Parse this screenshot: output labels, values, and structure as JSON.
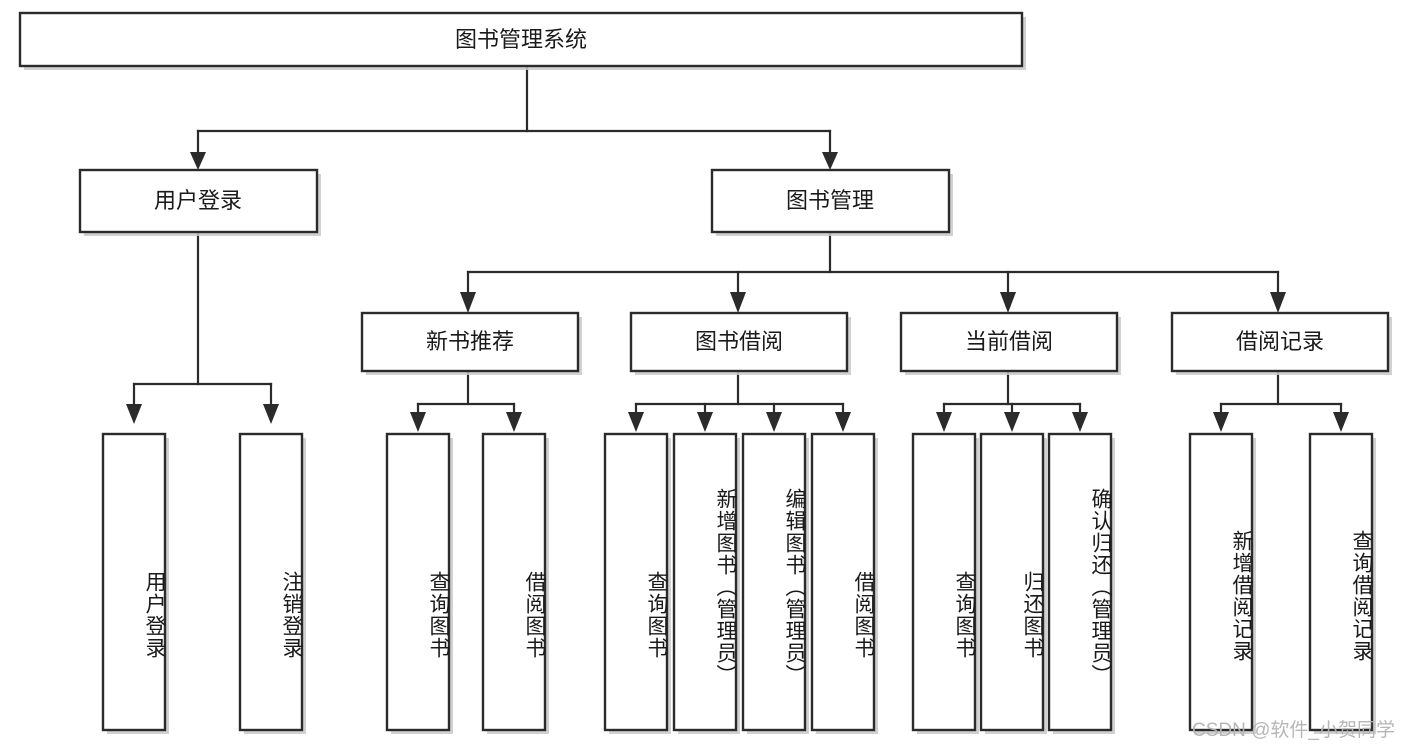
{
  "diagram": {
    "type": "tree-hierarchy",
    "title": "图书管理系统",
    "watermark": "CSDN @软件_小贺同学",
    "colors": {
      "background": "#ffffff",
      "box_stroke": "#2b2b2b",
      "box_fill": "#ffffff",
      "connector": "#2b2b2b",
      "text": "#1a1a1a",
      "watermark": "#b3b3b3"
    },
    "levels": {
      "root": {
        "label": "图书管理系统"
      },
      "level2": [
        {
          "label": "用户登录"
        },
        {
          "label": "图书管理"
        }
      ],
      "level3": [
        {
          "label": "新书推荐"
        },
        {
          "label": "图书借阅"
        },
        {
          "label": "当前借阅"
        },
        {
          "label": "借阅记录"
        }
      ],
      "leaves": [
        {
          "label": "用户登录",
          "parent": "用户登录"
        },
        {
          "label": "注销登录",
          "parent": "用户登录"
        },
        {
          "label": "查询图书",
          "parent": "新书推荐"
        },
        {
          "label": "借阅图书",
          "parent": "新书推荐"
        },
        {
          "label": "查询图书",
          "parent": "图书借阅"
        },
        {
          "label": "新增图书（管理员）",
          "parent": "图书借阅"
        },
        {
          "label": "编辑图书（管理员）",
          "parent": "图书借阅"
        },
        {
          "label": "借阅图书",
          "parent": "图书借阅"
        },
        {
          "label": "查询图书",
          "parent": "当前借阅"
        },
        {
          "label": "归还图书",
          "parent": "当前借阅"
        },
        {
          "label": "确认归还（管理员）",
          "parent": "当前借阅"
        },
        {
          "label": "新增借阅记录",
          "parent": "借阅记录"
        },
        {
          "label": "查询借阅记录",
          "parent": "借阅记录"
        }
      ]
    }
  }
}
